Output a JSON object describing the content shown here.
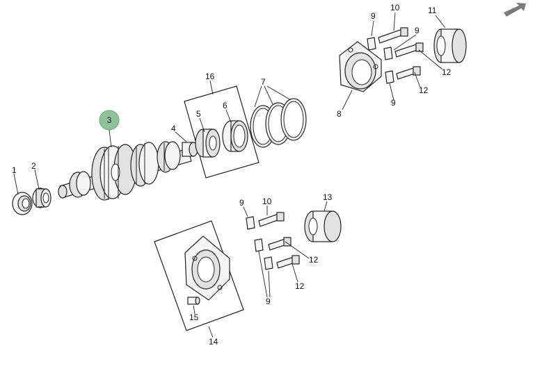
{
  "callouts": {
    "c1": "1",
    "c2": "2",
    "c3": "3",
    "c4": "4",
    "c5": "5",
    "c6": "6",
    "c7": "7",
    "c8": "8",
    "c9a": "9",
    "c9b": "9",
    "c9c": "9",
    "c9d": "9",
    "c9e": "9",
    "c10a": "10",
    "c10b": "10",
    "c11": "11",
    "c12a": "12",
    "c12b": "12",
    "c12c": "12",
    "c12d": "12",
    "c13": "13",
    "c14": "14",
    "c15": "15",
    "c16": "16"
  },
  "colors": {
    "highlight": "#8fc29a",
    "nav_arrow": "#7a7a7a"
  },
  "icons": {
    "nav": "arrow-up-right-icon"
  }
}
